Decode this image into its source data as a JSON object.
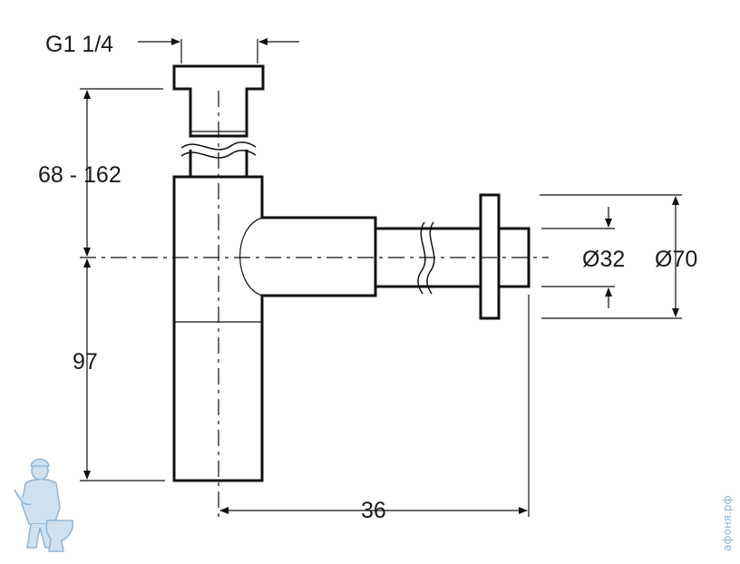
{
  "drawing": {
    "dimensions": {
      "thread": "G1 1/4",
      "height_adjust": "68 - 162",
      "outlet_height": "97",
      "horizontal_length": "36",
      "outlet_diameter": "Ø32",
      "flange_diameter": "Ø70"
    },
    "watermark": "афоня.рф",
    "colors": {
      "line": "#111111",
      "watermark": "#8fb6d4"
    }
  }
}
